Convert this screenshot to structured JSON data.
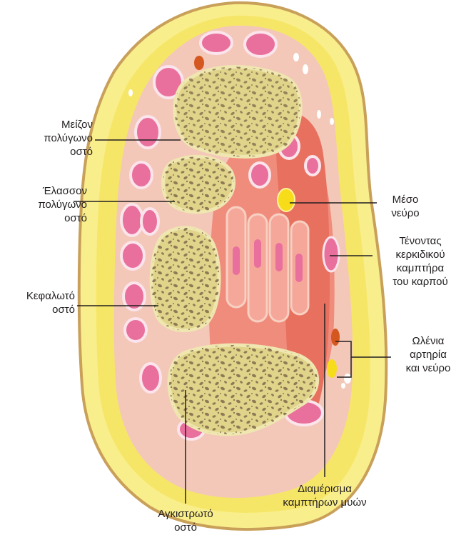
{
  "labels": {
    "greater_multangular": [
      "Μείζον",
      "πολύγωνο",
      "οστό"
    ],
    "lesser_multangular": [
      "Έλασσον",
      "πολύγωνο",
      "οστό"
    ],
    "capitate": [
      "Κεφαλωτό",
      "οστό"
    ],
    "median_nerve": [
      "Μέσο",
      "νεύρο"
    ],
    "fcr_tendon": [
      "Τένοντας",
      "κερκιδικού",
      "καμπτήρα",
      "του καρπού"
    ],
    "ulnar_artery_nerve": [
      "Ωλένια",
      "αρτηρία",
      "και νεύρο"
    ],
    "flexor_compartment": [
      "Διαμέρισμα",
      "καμπτήρων μυών"
    ],
    "hamate": [
      "Αγκιστρωτό",
      "οστό"
    ]
  },
  "colors": {
    "skin_outline": "#c9a05a",
    "fat": "#f9ee8c",
    "fat_bright": "#f4e04a",
    "tissue": "#f3c8b8",
    "muscle": "#ef8c7c",
    "muscle_deep": "#e8705f",
    "tendon_pink": "#e9709c",
    "bone_cortex": "#e0d48a",
    "bone_marrow": "#ece3a6",
    "bone_speckle": "#8f7a55",
    "nerve": "#f7dc1a",
    "artery": "#d4571f",
    "leader": "#231f20"
  }
}
